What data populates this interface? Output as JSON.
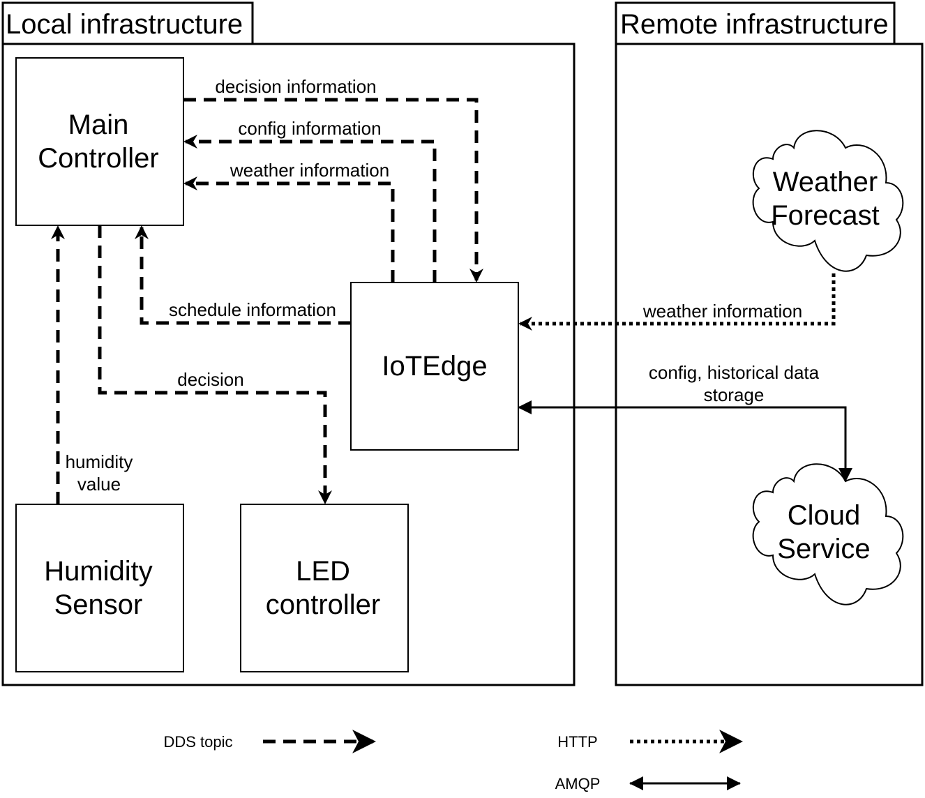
{
  "frames": {
    "local": "Local infrastructure",
    "remote": "Remote infrastructure"
  },
  "nodes": {
    "main_controller": [
      "Main",
      "Controller"
    ],
    "iotedge": "IoTEdge",
    "humidity_sensor": [
      "Humidity",
      "Sensor"
    ],
    "led_controller": [
      "LED",
      "controller"
    ],
    "weather_forecast": [
      "Weather",
      "Forecast"
    ],
    "cloud_service": [
      "Cloud",
      "Service"
    ]
  },
  "edges": {
    "decision_information": "decision information",
    "config_information": "config information",
    "weather_information_local": "weather information",
    "schedule_information": "schedule information",
    "decision": "decision",
    "humidity_value": [
      "humidity",
      "value"
    ],
    "weather_information_remote": "weather information",
    "config_storage": [
      "config, historical data",
      "storage"
    ]
  },
  "legend": {
    "dds": "DDS topic",
    "http": "HTTP",
    "amqp": "AMQP"
  }
}
